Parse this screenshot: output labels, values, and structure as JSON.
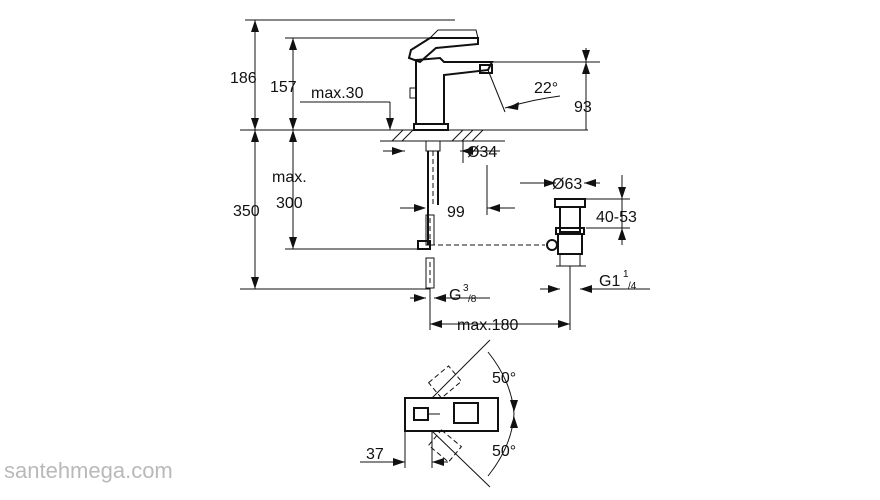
{
  "dimensions": {
    "total_height": "186",
    "spout_height": "157",
    "lever_max": "max.30",
    "angle_22": "22°",
    "projection": "93",
    "hole_diameter": "Ø34",
    "hose_max_word": "max.",
    "hose_length": "300",
    "install_depth": "350",
    "offset_99": "99",
    "waste_diameter": "Ø63",
    "waste_range": "40-53",
    "waste_thread_main": "G1",
    "waste_thread_num": "1",
    "waste_thread_den": "/4",
    "hose_thread_main": "G",
    "hose_thread_num": "3",
    "hose_thread_den": "/8",
    "rod_length": "max.180",
    "angle_upper": "50°",
    "angle_lower": "50°",
    "plan_offset": "37"
  },
  "watermark": "santehmega.com"
}
